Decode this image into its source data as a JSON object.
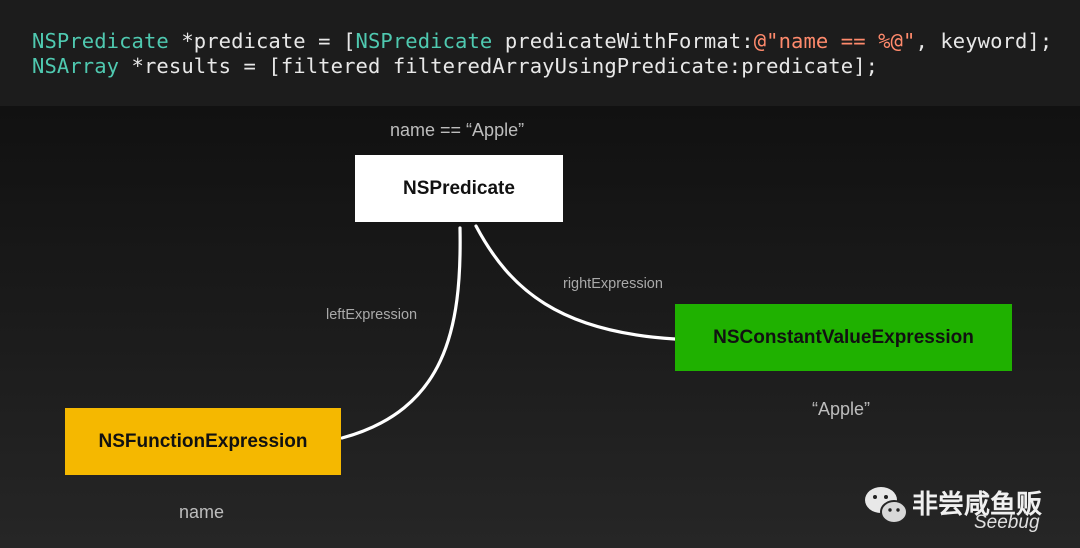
{
  "code": {
    "line1": {
      "t1": "NSPredicate",
      "t2": " *predicate = [",
      "t3": "NSPredicate",
      "t4": " predicateWithFormat:",
      "t5": "@\"name == %@\"",
      "t6": ", keyword];"
    },
    "line2": {
      "t1": "NSArray",
      "t2": " *results = [filtered filteredArrayUsingPredicate:predicate];"
    }
  },
  "diagram": {
    "root_caption": "name == “Apple”",
    "root_node": "NSPredicate",
    "left_edge_label": "leftExpression",
    "right_edge_label": "rightExpression",
    "left_node": "NSFunctionExpression",
    "right_node": "NSConstantValueExpression",
    "left_value": "name",
    "right_value": "“Apple”"
  },
  "colors": {
    "root_node": "#ffffff",
    "left_node": "#f5b800",
    "right_node": "#1fb100",
    "code_type": "#4fc9b0",
    "code_string": "#ff8a6c"
  },
  "watermark": {
    "icon": "wechat-icon",
    "text": "非尝咸鱼贩",
    "sub": "Seebug"
  }
}
